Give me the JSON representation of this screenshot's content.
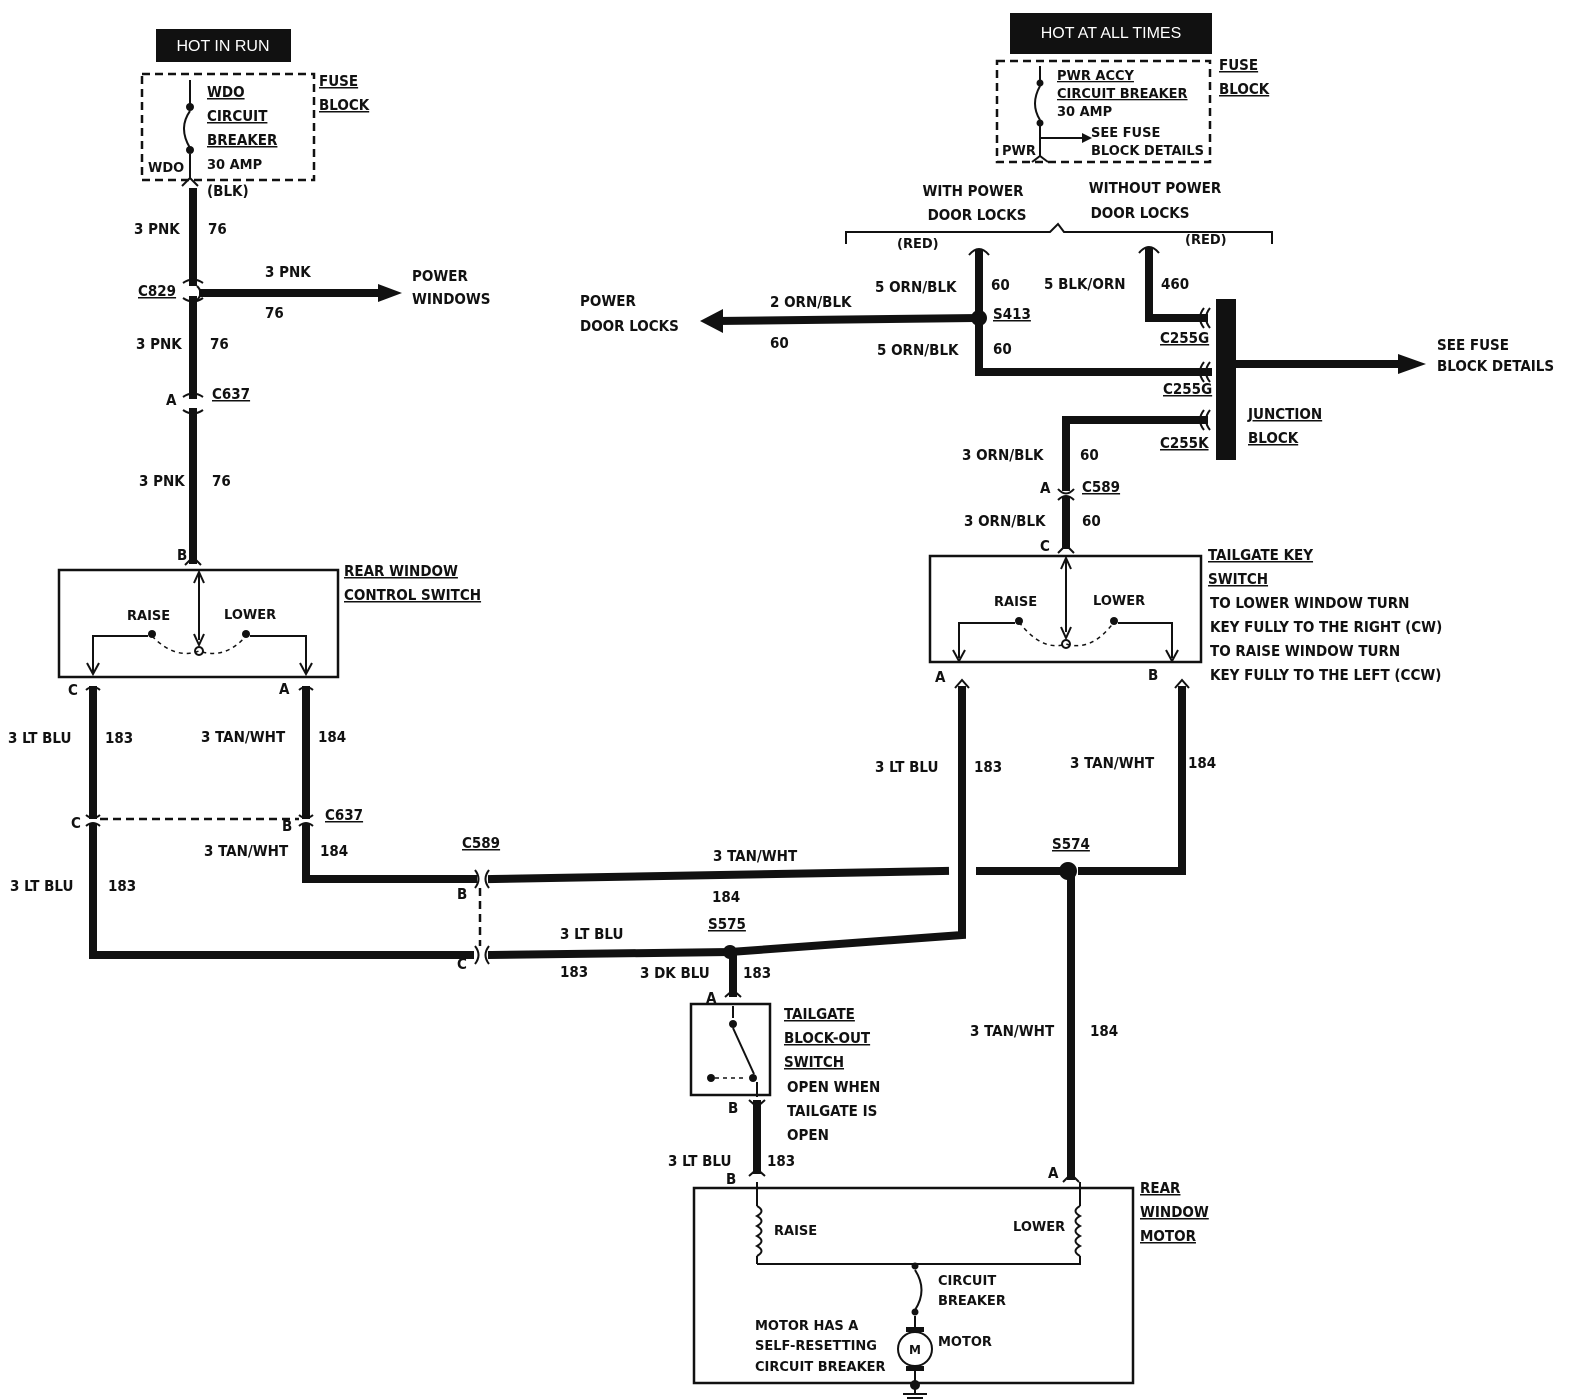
{
  "headers": {
    "hot_in_run": "HOT IN RUN",
    "hot_at_all_times": "HOT AT ALL TIMES"
  },
  "fuse_block_left": {
    "title_1": "FUSE",
    "title_2": "BLOCK",
    "breaker_1": "WDO",
    "breaker_2": "CIRCUIT",
    "breaker_3": "BREAKER",
    "rating": "30 AMP",
    "terminal": "WDO",
    "output": "(BLK)"
  },
  "fuse_block_right": {
    "title_1": "FUSE",
    "title_2": "BLOCK",
    "breaker_1": "PWR ACCY",
    "breaker_2": "CIRCUIT BREAKER",
    "rating": "30  AMP",
    "see_1": "SEE FUSE",
    "see_2": "BLOCK DETAILS",
    "terminal": "PWR"
  },
  "options": {
    "with_1": "WITH POWER",
    "with_2": "DOOR LOCKS",
    "without_1": "WITHOUT POWER",
    "without_2": "DOOR LOCKS",
    "red_left": "(RED)",
    "red_right": "(RED)"
  },
  "wire_labels": {
    "pnk_1": "3 PNK",
    "c76_1": "76",
    "pnk_branch": "3 PNK",
    "c76_branch": "76",
    "pnk_2": "3 PNK",
    "c76_2": "76",
    "pnk_3": "3 PNK",
    "c76_3": "76",
    "ltblu_left_1": "3 LT BLU",
    "c183_left_1": "183",
    "tanwht_left_1": "3 TAN/WHT",
    "c184_left_1": "184",
    "ltblu_left_2": "3 LT BLU",
    "c183_left_2": "183",
    "tanwht_left_2": "3 TAN/WHT",
    "c184_left_2": "184",
    "tanwht_mid": "3 TAN/WHT",
    "c184_mid": "184",
    "ltblu_mid": "3 LT BLU",
    "c183_mid": "183",
    "dkblu": "3 DK BLU",
    "c183_dkblu": "183",
    "ltblu_motor": "3 LT BLU",
    "c183_motor": "183",
    "ltblu_right": "3 LT BLU",
    "c183_right": "183",
    "tanwht_right": "3 TAN/WHT",
    "c184_right": "184",
    "tanwht_motor": "3 TAN/WHT",
    "c184_motor": "184",
    "orn_blk_pdl": "2 ORN/BLK",
    "c60_pdl": "60",
    "orn_blk_up": "5 ORN/BLK",
    "c60_up": "60",
    "orn_blk_low": "5 ORN/BLK",
    "c60_low": "60",
    "blk_orn": "5 BLK/ORN",
    "c460": "460",
    "orn_blk_jb": "3 ORN/BLK",
    "c60_jb": "60",
    "orn_blk_ts": "3 ORN/BLK",
    "c60_ts": "60"
  },
  "connectors": {
    "c829": "C829",
    "c637_top": "C637",
    "c637_mid": "C637",
    "c589_mid": "C589",
    "c589_right": "C589",
    "s575": "S575",
    "s574": "S574",
    "s413": "S413",
    "c255g_1": "C255G",
    "c255g_2": "C255G",
    "c255k": "C255K",
    "pin_a_c637": "A",
    "pin_b_rws": "B",
    "pin_c_rws": "C",
    "pin_a_rws": "A",
    "pin_c_c637": "C",
    "pin_b_c637": "B",
    "pin_b_c589": "B",
    "pin_c_c589": "C",
    "pin_a_tbo": "A",
    "pin_b_tbo": "B",
    "pin_b_motor": "B",
    "pin_a_motor": "A",
    "pin_a_c589r": "A",
    "pin_c_tks": "C",
    "pin_a_tks": "A",
    "pin_b_tks": "B"
  },
  "destinations": {
    "power_windows_1": "POWER",
    "power_windows_2": "WINDOWS",
    "power_door_locks_1": "POWER",
    "power_door_locks_2": "DOOR LOCKS",
    "see_fuse_1": "SEE FUSE",
    "see_fuse_2": "BLOCK DETAILS"
  },
  "junction_block": {
    "l1": "JUNCTION",
    "l2": "BLOCK"
  },
  "rear_window_switch": {
    "title_1": "REAR WINDOW",
    "title_2": "CONTROL SWITCH",
    "raise": "RAISE",
    "lower": "LOWER"
  },
  "tailgate_key_switch": {
    "title_1": "TAILGATE KEY",
    "title_2": "SWITCH",
    "note_1": "TO LOWER WINDOW TURN",
    "note_2": "KEY FULLY TO THE RIGHT (CW)",
    "note_3": "TO RAISE WINDOW TURN",
    "note_4": "KEY FULLY TO THE LEFT (CCW)",
    "raise": "RAISE",
    "lower": "LOWER"
  },
  "blockout_switch": {
    "title_1": "TAILGATE",
    "title_2": "BLOCK-OUT",
    "title_3": "SWITCH",
    "note_1": "OPEN WHEN",
    "note_2": "TAILGATE IS",
    "note_3": "OPEN"
  },
  "motor": {
    "title_1": "REAR",
    "title_2": "WINDOW",
    "title_3": "MOTOR",
    "raise": "RAISE",
    "lower": "LOWER",
    "cb_1": "CIRCUIT",
    "cb_2": "BREAKER",
    "motor_label": "MOTOR",
    "m_symbol": "M",
    "note_1": "MOTOR HAS A",
    "note_2": "SELF-RESETTING",
    "note_3": "CIRCUIT BREAKER"
  }
}
